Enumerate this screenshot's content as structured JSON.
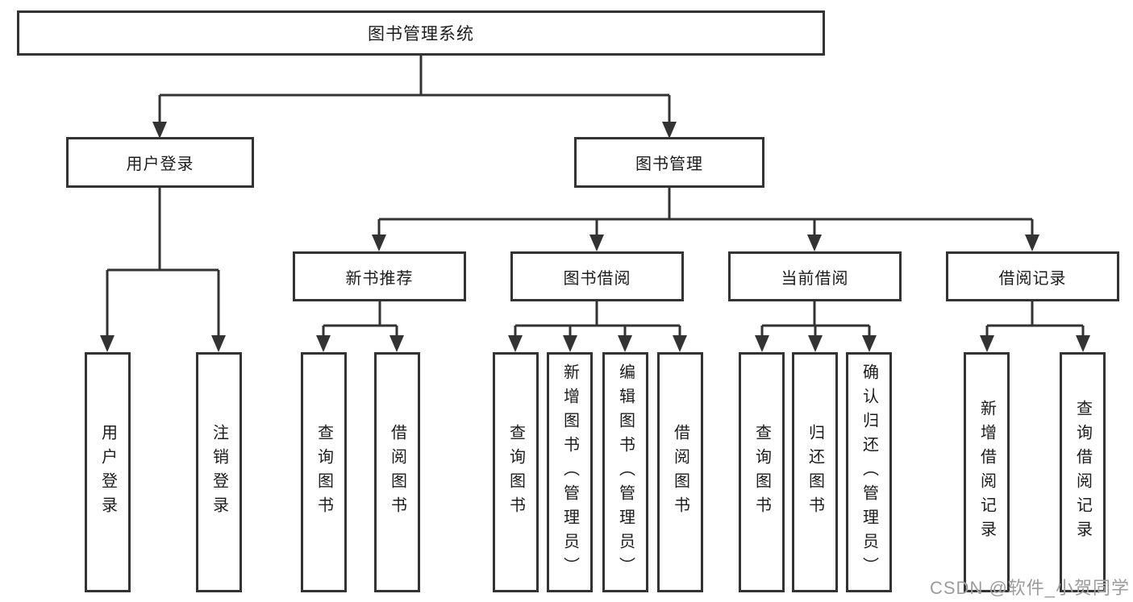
{
  "diagram": {
    "root": {
      "label": "图书管理系统"
    },
    "level2": [
      {
        "label": "用户登录"
      },
      {
        "label": "图书管理"
      }
    ],
    "level3": [
      {
        "label": "新书推荐"
      },
      {
        "label": "图书借阅"
      },
      {
        "label": "当前借阅"
      },
      {
        "label": "借阅记录"
      }
    ],
    "leaves": {
      "user_login": [
        "用户登录",
        "注销登录"
      ],
      "new_book": [
        "查询图书",
        "借阅图书"
      ],
      "borrow": [
        "查询图书",
        "新增图书（管理员）",
        "编辑图书（管理员）",
        "借阅图书"
      ],
      "current": [
        "查询图书",
        "归还图书",
        "确认归还（管理员）"
      ],
      "records": [
        "新增借阅记录",
        "查询借阅记录"
      ]
    },
    "colors": {
      "stroke": "#333333",
      "text": "#1c1c1c",
      "background": "#ffffff",
      "watermark": "#9c9c9c"
    }
  },
  "watermark": {
    "text": "CSDN @软件_小贺同学"
  }
}
